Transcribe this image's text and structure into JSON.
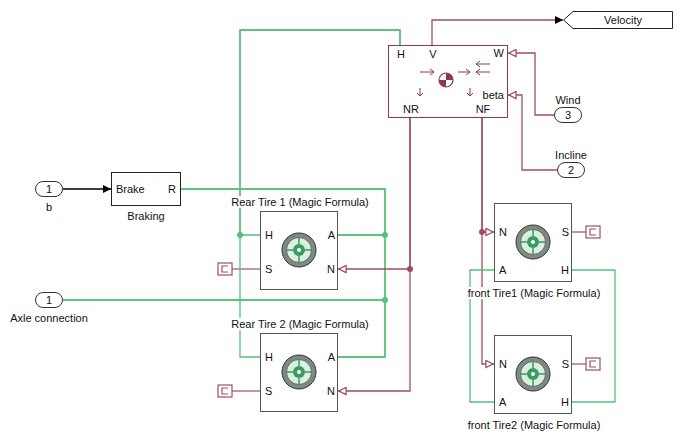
{
  "diagram": {
    "nodes": [
      {
        "text": [
          "1",
          "b"
        ]
      },
      {
        "text": [
          "Brake",
          "R",
          "Braking"
        ]
      },
      {
        "text": [
          "Rear Tire 1 (Magic Formula)",
          "H",
          "A",
          "S",
          "N"
        ]
      },
      {
        "text": [
          "1",
          "Axle connection"
        ]
      },
      {
        "text": [
          "Rear Tire 2 (Magic Formula)",
          "H",
          "A",
          "S",
          "N"
        ]
      },
      {
        "text": [
          "H",
          "V",
          "W",
          "NR",
          "NF",
          "beta"
        ]
      },
      {
        "text": [
          "Velocity"
        ]
      },
      {
        "text": [
          "Wind",
          "3"
        ]
      },
      {
        "text": [
          "Incline",
          "2"
        ]
      },
      {
        "text": [
          "N",
          "S",
          "A",
          "H",
          "front Tire1 (Magic Formula)"
        ]
      },
      {
        "text": [
          "N",
          "S",
          "A",
          "H",
          "front Tire2 (Magic Formula)"
        ]
      }
    ],
    "edges": [
      {
        "from": 0,
        "to": 1,
        "arrow": "to"
      },
      {
        "from": 1,
        "to": 2,
        "arrow": "none"
      },
      {
        "from": 1,
        "to": 4,
        "arrow": "none"
      },
      {
        "from": 3,
        "to": 2,
        "arrow": "none"
      },
      {
        "from": 3,
        "to": 4,
        "arrow": "none"
      },
      {
        "from": 2,
        "to": 5,
        "arrow": "none"
      },
      {
        "from": 4,
        "to": 5,
        "arrow": "none"
      },
      {
        "from": 5,
        "to": 2,
        "arrow": "to"
      },
      {
        "from": 5,
        "to": 4,
        "arrow": "to"
      },
      {
        "from": 5,
        "to": 9,
        "arrow": "to"
      },
      {
        "from": 5,
        "to": 10,
        "arrow": "to"
      },
      {
        "from": 5,
        "to": 6,
        "arrow": "to"
      },
      {
        "from": 7,
        "to": 5,
        "arrow": "to"
      },
      {
        "from": 8,
        "to": 5,
        "arrow": "to"
      },
      {
        "from": 9,
        "to": 10,
        "arrow": "none"
      },
      {
        "from": 9,
        "to": 10,
        "arrow": "none"
      }
    ]
  }
}
